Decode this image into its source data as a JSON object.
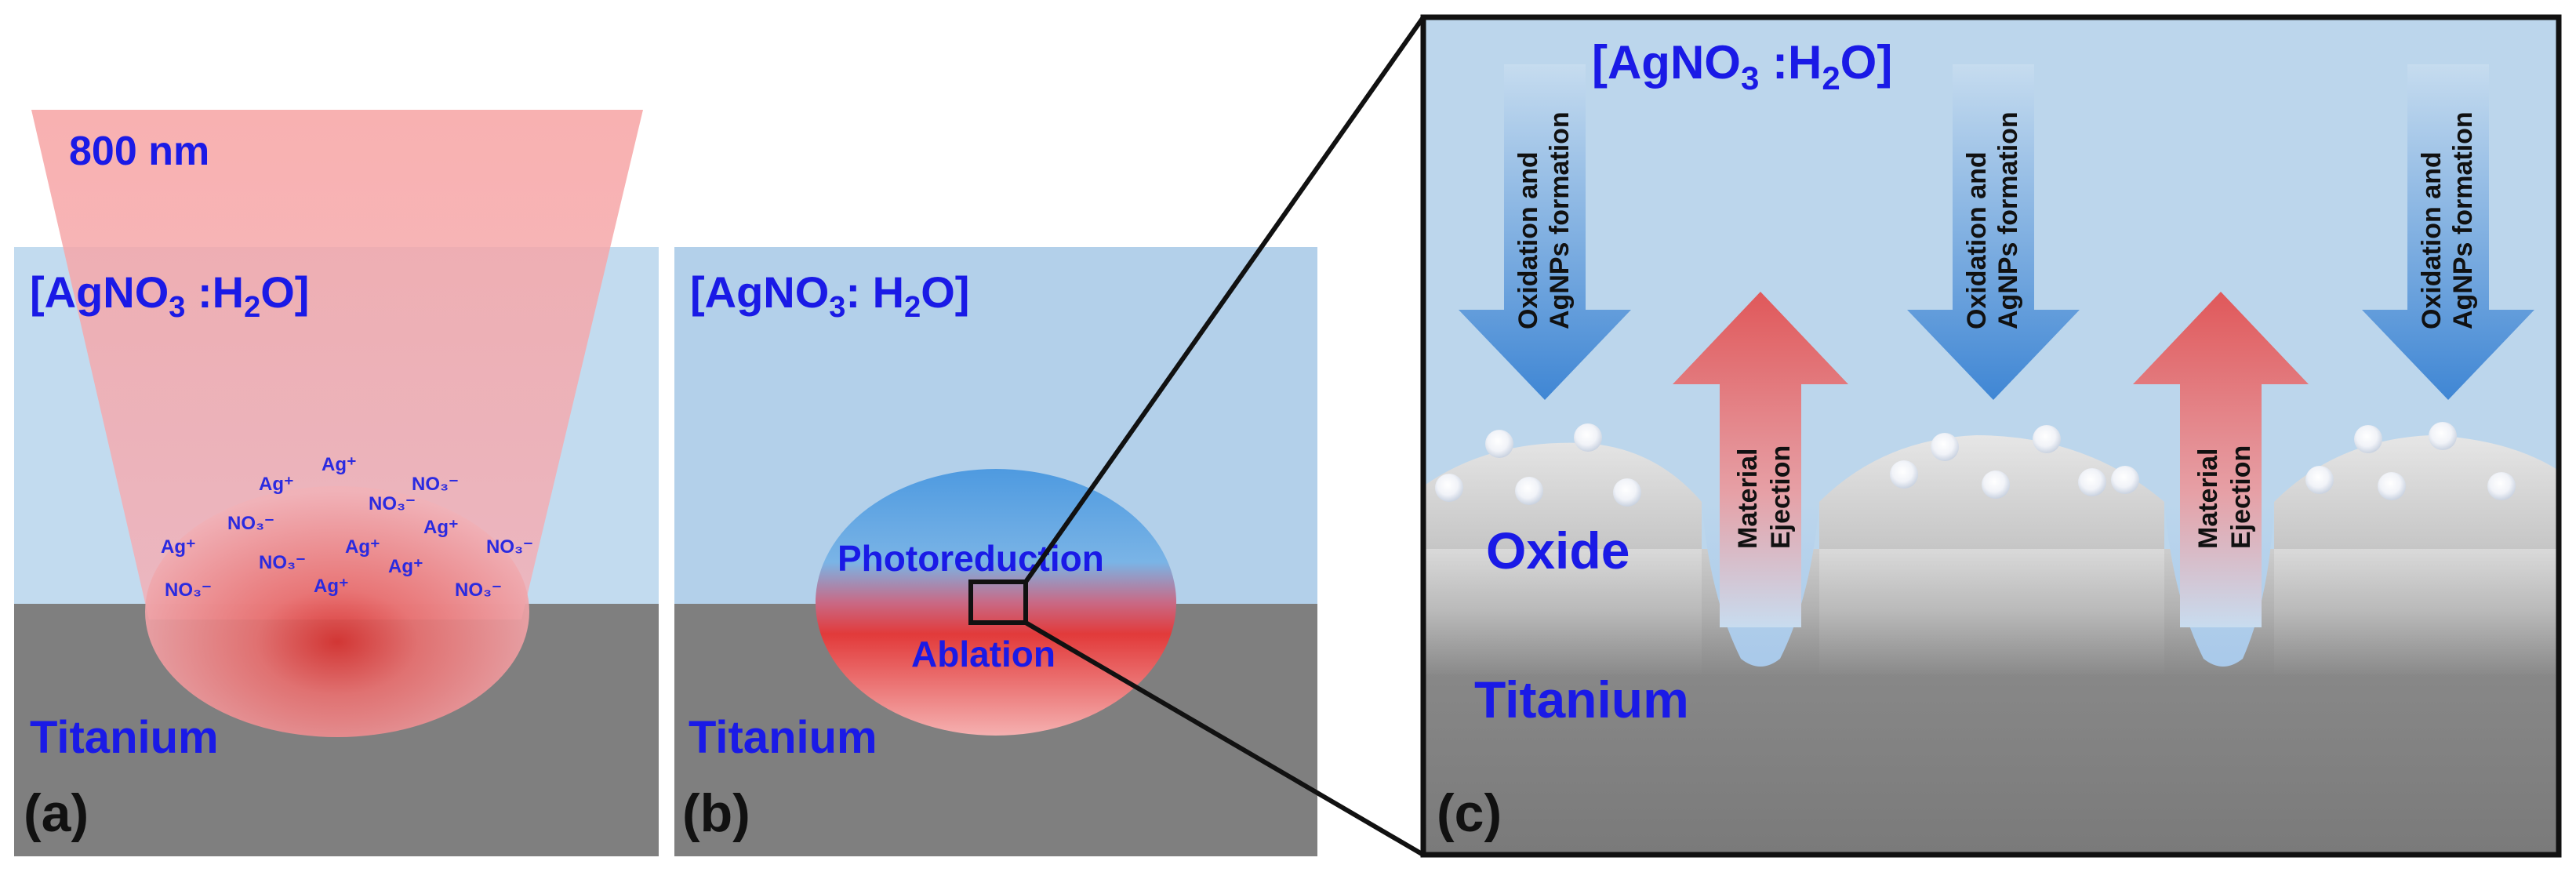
{
  "panel_a": {
    "laser_label": "800 nm",
    "solution_label": {
      "main": "[AgNO",
      "sub1": "3",
      "mid": " :H",
      "sub2": "2",
      "end": "O]"
    },
    "substrate_label": "Titanium",
    "panel_label": "(a)",
    "ions": [
      {
        "text": "Ag⁺"
      },
      {
        "text": "Ag⁺"
      },
      {
        "text": "NO₃⁻"
      },
      {
        "text": "NO₃⁻"
      },
      {
        "text": "NO₃⁻"
      },
      {
        "text": "Ag⁺"
      },
      {
        "text": "Ag⁺"
      },
      {
        "text": "NO₃⁻"
      },
      {
        "text": "Ag⁺"
      },
      {
        "text": "NO₃⁻"
      },
      {
        "text": "Ag⁺"
      },
      {
        "text": "Ag⁺"
      },
      {
        "text": "NO₃⁻"
      },
      {
        "text": "NO₃⁻"
      }
    ]
  },
  "panel_b": {
    "solution_label": {
      "main": "[AgNO",
      "sub1": "3",
      "mid": ": H",
      "sub2": "2",
      "end": "O]"
    },
    "photoreduction_label": "Photoreduction",
    "ablation_label": "Ablation",
    "substrate_label": "Titanium",
    "panel_label": "(b)"
  },
  "panel_c": {
    "solution_label": {
      "main": "[AgNO",
      "sub1": "3",
      "mid": " :H",
      "sub2": "2",
      "end": "O]"
    },
    "down_arrow_label_line1": "Oxidation and",
    "down_arrow_label_line2": "AgNPs  formation",
    "up_arrow_label_line1": "Material",
    "up_arrow_label_line2": "Ejection",
    "oxide_label": "Oxide",
    "substrate_label": "Titanium",
    "panel_label": "(c)"
  },
  "colors": {
    "solution": "#bcd6ec",
    "substrate": "#7d7d7d",
    "label_blue": "#1a1ae6",
    "laser": "#f4a0a0",
    "ablation_red": "#e03838",
    "down_arrow": "#4a90d8",
    "up_arrow": "#e06a6a"
  }
}
